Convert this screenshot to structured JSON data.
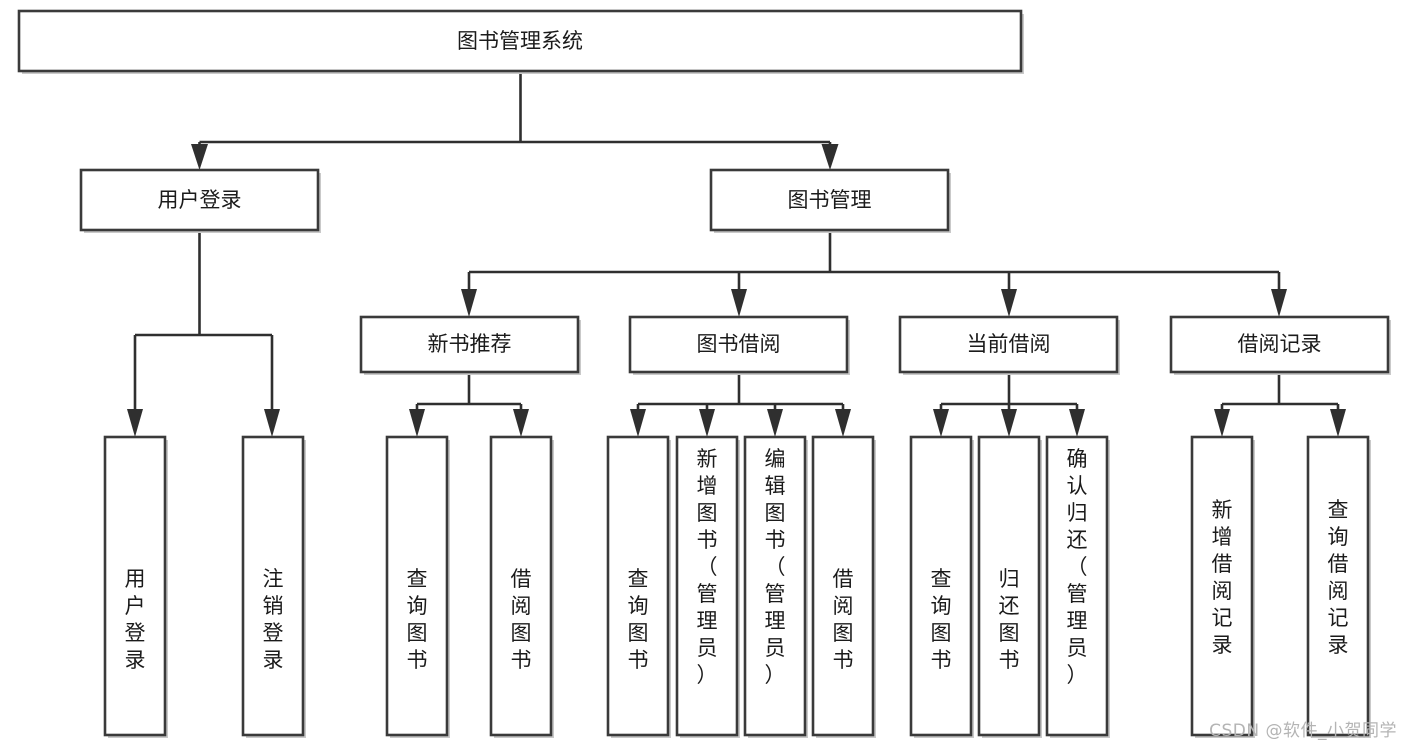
{
  "diagram": {
    "title": "图书管理系统",
    "type": "tree",
    "watermark": "CSDN @软件_小贺同学",
    "colors": {
      "box_stroke": "#3a3a3a",
      "box_fill": "#ffffff",
      "link": "#2f2f2f",
      "text": "#1b1b1b",
      "watermark": "#b4b4b4",
      "background": "#ffffff"
    },
    "nodes": {
      "root": {
        "label": "图书管理系统"
      },
      "level2": [
        {
          "id": "user-login",
          "label": "用户登录"
        },
        {
          "id": "book-management",
          "label": "图书管理"
        }
      ],
      "level3": [
        {
          "id": "new-book-recommend",
          "label": "新书推荐"
        },
        {
          "id": "book-borrow",
          "label": "图书借阅"
        },
        {
          "id": "current-borrow",
          "label": "当前借阅"
        },
        {
          "id": "borrow-record",
          "label": "借阅记录"
        }
      ],
      "leaves": {
        "user-login": [
          {
            "id": "leaf-user-login",
            "label": "用户登录"
          },
          {
            "id": "leaf-user-logout",
            "label": "注销登录"
          }
        ],
        "new-book-recommend": [
          {
            "id": "leaf-query-book-1",
            "label": "查询图书"
          },
          {
            "id": "leaf-borrow-book-1",
            "label": "借阅图书"
          }
        ],
        "book-borrow": [
          {
            "id": "leaf-query-book-2",
            "label": "查询图书"
          },
          {
            "id": "leaf-add-book",
            "label": "新增图书（管理员）"
          },
          {
            "id": "leaf-edit-book",
            "label": "编辑图书（管理员）"
          },
          {
            "id": "leaf-borrow-book-2",
            "label": "借阅图书"
          }
        ],
        "current-borrow": [
          {
            "id": "leaf-query-book-3",
            "label": "查询图书"
          },
          {
            "id": "leaf-return-book",
            "label": "归还图书"
          },
          {
            "id": "leaf-confirm-return",
            "label": "确认归还（管理员）"
          }
        ],
        "borrow-record": [
          {
            "id": "leaf-add-record",
            "label": "新增借阅记录"
          },
          {
            "id": "leaf-query-record",
            "label": "查询借阅记录"
          }
        ]
      }
    }
  }
}
